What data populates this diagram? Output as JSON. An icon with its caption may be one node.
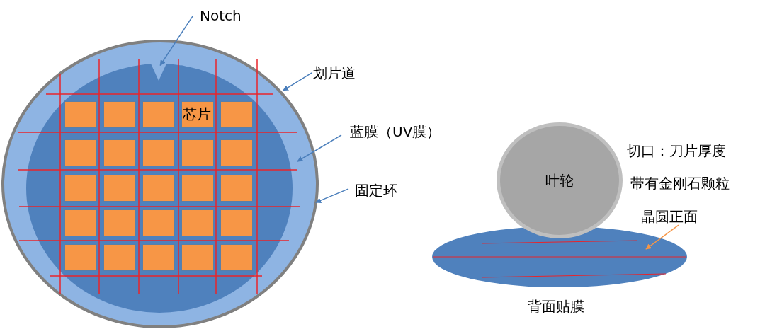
{
  "diagram": {
    "nodes": [
      {
        "text": [],
        "shape": "circle"
      },
      {
        "text": [],
        "shape": "circle",
        "in": 0
      },
      {
        "text": [],
        "shape": "circle",
        "in": 1
      },
      {
        "text": [],
        "shape": "triangle",
        "in": 2
      },
      {
        "text": [],
        "shape": "box",
        "in": 2
      },
      {
        "text": [],
        "shape": "box",
        "in": 2
      },
      {
        "text": [],
        "shape": "box",
        "in": 2
      },
      {
        "text": [
          "芯片"
        ],
        "in": 2
      },
      {
        "text": [],
        "shape": "box",
        "in": 2
      },
      {
        "text": [],
        "shape": "box",
        "in": 2
      },
      {
        "text": [],
        "shape": "box",
        "in": 2
      },
      {
        "text": [],
        "shape": "box",
        "in": 2
      },
      {
        "text": [],
        "shape": "box",
        "in": 2
      },
      {
        "text": [],
        "shape": "box",
        "in": 2
      },
      {
        "text": [],
        "shape": "box",
        "in": 2
      },
      {
        "text": [],
        "shape": "box",
        "in": 2
      },
      {
        "text": [],
        "shape": "box",
        "in": 2
      },
      {
        "text": [],
        "shape": "box",
        "in": 2
      },
      {
        "text": [],
        "shape": "box",
        "in": 2
      },
      {
        "text": [],
        "shape": "box",
        "in": 2
      },
      {
        "text": [],
        "shape": "box",
        "in": 2
      },
      {
        "text": [],
        "shape": "box",
        "in": 2
      },
      {
        "text": [],
        "shape": "box",
        "in": 2
      },
      {
        "text": [],
        "shape": "box",
        "in": 2
      },
      {
        "text": [],
        "shape": "box",
        "in": 2
      },
      {
        "text": [],
        "shape": "box",
        "in": 2
      },
      {
        "text": [],
        "shape": "box",
        "in": 2
      },
      {
        "text": [],
        "shape": "box",
        "in": 2
      },
      {
        "text": [],
        "shape": "box",
        "in": 2
      },
      {
        "text": [
          "Notch"
        ]
      },
      {
        "text": [
          "划片道"
        ]
      },
      {
        "text": [
          "蓝膜（UV膜）"
        ]
      },
      {
        "text": [
          "固定环"
        ]
      },
      {
        "text": [
          "叶轮"
        ],
        "beside": [
          "切口：刀片厚度",
          "带有金刚石颗粒"
        ]
      },
      {
        "text": [],
        "shape": "circle",
        "beside": [
          "背面贴膜"
        ]
      },
      {
        "text": [
          "晶圆正面"
        ]
      }
    ],
    "edges": [
      {
        "from": 29,
        "to": 3,
        "arrow": "to"
      },
      {
        "from": 30,
        "to": 0,
        "arrow": "to"
      },
      {
        "from": 31,
        "to": 1,
        "arrow": "to"
      },
      {
        "from": 32,
        "to": 0,
        "arrow": "to"
      },
      {
        "from": 35,
        "to": 34,
        "arrow": "to",
        "color": "#f79646"
      }
    ]
  }
}
